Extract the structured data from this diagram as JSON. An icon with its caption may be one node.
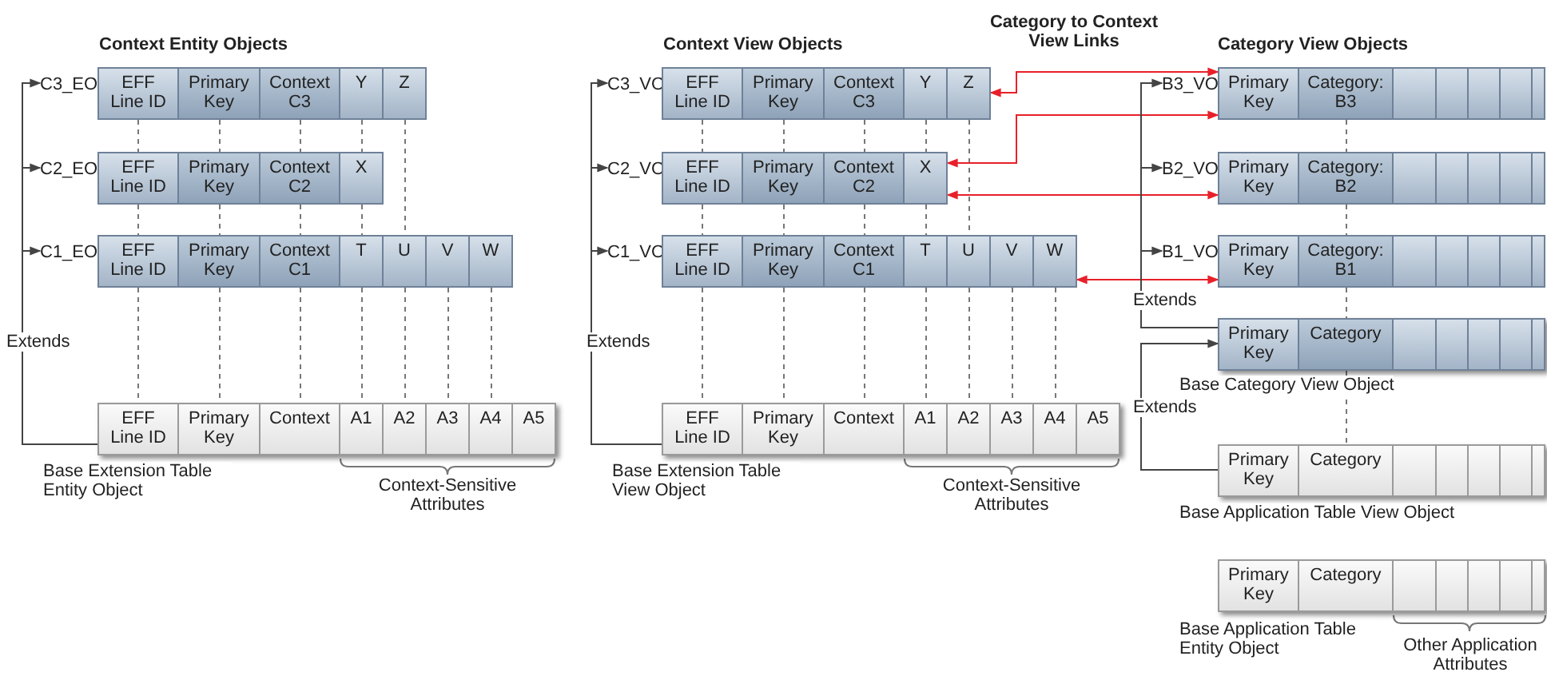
{
  "diagram": {
    "nodes": [
      {
        "text": [
          "C3_EO"
        ]
      },
      {
        "text": [
          "EFF Line ID"
        ],
        "in": 0
      },
      {
        "text": [
          "Primary Key"
        ],
        "in": 0
      },
      {
        "text": [
          "Context C3"
        ],
        "in": 0
      },
      {
        "text": [
          "Y"
        ],
        "in": 0
      },
      {
        "text": [
          "Z"
        ],
        "in": 0
      },
      {
        "text": [
          "C2_EO"
        ]
      },
      {
        "text": [
          "EFF Line ID"
        ],
        "in": 6
      },
      {
        "text": [
          "Primary Key"
        ],
        "in": 6
      },
      {
        "text": [
          "Context C2"
        ],
        "in": 6
      },
      {
        "text": [
          "X"
        ],
        "in": 6
      },
      {
        "text": [
          "C1_EO"
        ]
      },
      {
        "text": [
          "EFF Line ID"
        ],
        "in": 11
      },
      {
        "text": [
          "Primary Key"
        ],
        "in": 11
      },
      {
        "text": [
          "Context C1"
        ],
        "in": 11
      },
      {
        "text": [
          "T"
        ],
        "in": 11
      },
      {
        "text": [
          "U"
        ],
        "in": 11
      },
      {
        "text": [
          "V"
        ],
        "in": 11
      },
      {
        "text": [
          "W"
        ],
        "in": 11
      },
      {
        "text": [],
        "shape": "bar",
        "beside": [
          "Base Extension Table Entity Object"
        ]
      },
      {
        "text": [
          "EFF Line ID"
        ],
        "in": 19
      },
      {
        "text": [
          "Primary Key"
        ],
        "in": 19
      },
      {
        "text": [
          "Context"
        ],
        "in": 19
      },
      {
        "text": [
          "A1"
        ],
        "in": 19
      },
      {
        "text": [
          "A2"
        ],
        "in": 19
      },
      {
        "text": [
          "A3"
        ],
        "in": 19
      },
      {
        "text": [
          "A4"
        ],
        "in": 19
      },
      {
        "text": [
          "A5"
        ],
        "in": 19
      },
      {
        "text": [
          "C3_VO"
        ]
      },
      {
        "text": [
          "EFF Line ID"
        ],
        "in": 28
      },
      {
        "text": [
          "Primary Key"
        ],
        "in": 28
      },
      {
        "text": [
          "Context C3"
        ],
        "in": 28
      },
      {
        "text": [
          "Y"
        ],
        "in": 28
      },
      {
        "text": [
          "Z"
        ],
        "in": 28
      },
      {
        "text": [
          "C2_VO"
        ]
      },
      {
        "text": [
          "EFF Line ID"
        ],
        "in": 34
      },
      {
        "text": [
          "Primary Key"
        ],
        "in": 34
      },
      {
        "text": [
          "Context C2"
        ],
        "in": 34
      },
      {
        "text": [
          "X"
        ],
        "in": 34
      },
      {
        "text": [
          "C1_VO"
        ]
      },
      {
        "text": [
          "EFF Line ID"
        ],
        "in": 39
      },
      {
        "text": [
          "Primary Key"
        ],
        "in": 39
      },
      {
        "text": [
          "Context C1"
        ],
        "in": 39
      },
      {
        "text": [
          "T"
        ],
        "in": 39
      },
      {
        "text": [
          "U"
        ],
        "in": 39
      },
      {
        "text": [
          "V"
        ],
        "in": 39
      },
      {
        "text": [
          "W"
        ],
        "in": 39
      },
      {
        "text": [],
        "shape": "bar",
        "beside": [
          "Base Extension Table View Object"
        ]
      },
      {
        "text": [
          "EFF Line ID"
        ],
        "in": 47
      },
      {
        "text": [
          "Primary Key"
        ],
        "in": 47
      },
      {
        "text": [
          "Context"
        ],
        "in": 47
      },
      {
        "text": [
          "A1"
        ],
        "in": 47
      },
      {
        "text": [
          "A2"
        ],
        "in": 47
      },
      {
        "text": [
          "A3"
        ],
        "in": 47
      },
      {
        "text": [
          "A4"
        ],
        "in": 47
      },
      {
        "text": [
          "A5"
        ],
        "in": 47
      },
      {
        "text": [
          "B3_VO"
        ]
      },
      {
        "text": [
          "Primary Key"
        ],
        "in": 56
      },
      {
        "text": [
          "Category: B3"
        ],
        "in": 56
      },
      {
        "text": [],
        "shape": "box",
        "in": 56
      },
      {
        "text": [],
        "shape": "box",
        "in": 56
      },
      {
        "text": [],
        "shape": "box",
        "in": 56
      },
      {
        "text": [],
        "shape": "box",
        "in": 56
      },
      {
        "text": [],
        "shape": "box",
        "in": 56
      },
      {
        "text": [
          "B2_VO"
        ]
      },
      {
        "text": [
          "Primary Key"
        ],
        "in": 64
      },
      {
        "text": [
          "Category: B2"
        ],
        "in": 64
      },
      {
        "text": [],
        "shape": "box",
        "in": 64
      },
      {
        "text": [],
        "shape": "box",
        "in": 64
      },
      {
        "text": [],
        "shape": "box",
        "in": 64
      },
      {
        "text": [],
        "shape": "box",
        "in": 64
      },
      {
        "text": [],
        "shape": "box",
        "in": 64
      },
      {
        "text": [
          "B1_VO"
        ]
      },
      {
        "text": [
          "Primary Key"
        ],
        "in": 72
      },
      {
        "text": [
          "Category: B1"
        ],
        "in": 72
      },
      {
        "text": [],
        "shape": "box",
        "in": 72
      },
      {
        "text": [],
        "shape": "box",
        "in": 72
      },
      {
        "text": [],
        "shape": "box",
        "in": 72
      },
      {
        "text": [],
        "shape": "box",
        "in": 72
      },
      {
        "text": [],
        "shape": "box",
        "in": 72
      },
      {
        "text": [],
        "shape": "bar",
        "beside": [
          "Base Category View Object"
        ]
      },
      {
        "text": [
          "Primary Key"
        ],
        "in": 80
      },
      {
        "text": [
          "Category"
        ],
        "in": 80
      },
      {
        "text": [],
        "shape": "box",
        "in": 80
      },
      {
        "text": [],
        "shape": "box",
        "in": 80
      },
      {
        "text": [],
        "shape": "box",
        "in": 80
      },
      {
        "text": [],
        "shape": "box",
        "in": 80
      },
      {
        "text": [],
        "shape": "box",
        "in": 80
      },
      {
        "text": [],
        "shape": "bar",
        "beside": [
          "Base Application Table View Object"
        ]
      },
      {
        "text": [
          "Primary Key"
        ],
        "in": 88
      },
      {
        "text": [
          "Category"
        ],
        "in": 88
      },
      {
        "text": [],
        "shape": "box",
        "in": 88
      },
      {
        "text": [],
        "shape": "box",
        "in": 88
      },
      {
        "text": [],
        "shape": "box",
        "in": 88
      },
      {
        "text": [],
        "shape": "box",
        "in": 88
      },
      {
        "text": [],
        "shape": "box",
        "in": 88
      },
      {
        "text": [],
        "shape": "bar",
        "beside": [
          "Base Application Table Entity Object"
        ]
      },
      {
        "text": [
          "Primary Key"
        ],
        "in": 96
      },
      {
        "text": [
          "Category"
        ],
        "in": 96
      },
      {
        "text": [],
        "shape": "box",
        "in": 96
      },
      {
        "text": [],
        "shape": "box",
        "in": 96
      },
      {
        "text": [],
        "shape": "box",
        "in": 96
      },
      {
        "text": [],
        "shape": "box",
        "in": 96
      },
      {
        "text": [],
        "shape": "box",
        "in": 96
      }
    ],
    "edges": [
      {
        "from": 19,
        "to": 0,
        "arrow": "to"
      },
      {
        "from": 19,
        "to": 6,
        "arrow": "to"
      },
      {
        "from": 19,
        "to": 11,
        "arrow": "to",
        "label": "Extends"
      },
      {
        "from": 1,
        "to": 7,
        "arrow": "none",
        "style": "dashed"
      },
      {
        "from": 7,
        "to": 12,
        "arrow": "none",
        "style": "dashed"
      },
      {
        "from": 12,
        "to": 20,
        "arrow": "none",
        "style": "dashed"
      },
      {
        "from": 2,
        "to": 8,
        "arrow": "none",
        "style": "dashed"
      },
      {
        "from": 8,
        "to": 13,
        "arrow": "none",
        "style": "dashed"
      },
      {
        "from": 13,
        "to": 21,
        "arrow": "none",
        "style": "dashed"
      },
      {
        "from": 3,
        "to": 9,
        "arrow": "none",
        "style": "dashed"
      },
      {
        "from": 9,
        "to": 14,
        "arrow": "none",
        "style": "dashed"
      },
      {
        "from": 14,
        "to": 22,
        "arrow": "none",
        "style": "dashed"
      },
      {
        "from": 4,
        "to": 10,
        "arrow": "none",
        "style": "dashed"
      },
      {
        "from": 10,
        "to": 15,
        "arrow": "none",
        "style": "dashed"
      },
      {
        "from": 15,
        "to": 23,
        "arrow": "none",
        "style": "dashed"
      },
      {
        "from": 5,
        "to": 16,
        "arrow": "none",
        "style": "dashed"
      },
      {
        "from": 16,
        "to": 24,
        "arrow": "none",
        "style": "dashed"
      },
      {
        "from": 17,
        "to": 25,
        "arrow": "none",
        "style": "dashed"
      },
      {
        "from": 18,
        "to": 26,
        "arrow": "none",
        "style": "dashed"
      },
      {
        "from": 47,
        "to": 28,
        "arrow": "to"
      },
      {
        "from": 47,
        "to": 34,
        "arrow": "to"
      },
      {
        "from": 47,
        "to": 39,
        "arrow": "to",
        "label": "Extends"
      },
      {
        "from": 29,
        "to": 35,
        "arrow": "none",
        "style": "dashed"
      },
      {
        "from": 35,
        "to": 40,
        "arrow": "none",
        "style": "dashed"
      },
      {
        "from": 40,
        "to": 48,
        "arrow": "none",
        "style": "dashed"
      },
      {
        "from": 30,
        "to": 36,
        "arrow": "none",
        "style": "dashed"
      },
      {
        "from": 36,
        "to": 41,
        "arrow": "none",
        "style": "dashed"
      },
      {
        "from": 41,
        "to": 49,
        "arrow": "none",
        "style": "dashed"
      },
      {
        "from": 31,
        "to": 37,
        "arrow": "none",
        "style": "dashed"
      },
      {
        "from": 37,
        "to": 42,
        "arrow": "none",
        "style": "dashed"
      },
      {
        "from": 42,
        "to": 50,
        "arrow": "none",
        "style": "dashed"
      },
      {
        "from": 32,
        "to": 38,
        "arrow": "none",
        "style": "dashed"
      },
      {
        "from": 38,
        "to": 43,
        "arrow": "none",
        "style": "dashed"
      },
      {
        "from": 43,
        "to": 51,
        "arrow": "none",
        "style": "dashed"
      },
      {
        "from": 33,
        "to": 44,
        "arrow": "none",
        "style": "dashed"
      },
      {
        "from": 44,
        "to": 52,
        "arrow": "none",
        "style": "dashed"
      },
      {
        "from": 45,
        "to": 53,
        "arrow": "none",
        "style": "dashed"
      },
      {
        "from": 46,
        "to": 54,
        "arrow": "none",
        "style": "dashed"
      },
      {
        "from": 33,
        "to": 57,
        "arrow": "both",
        "color": "#e8202a"
      },
      {
        "from": 38,
        "to": 57,
        "arrow": "both",
        "color": "#e8202a"
      },
      {
        "from": 38,
        "to": 65,
        "arrow": "both",
        "color": "#e8202a"
      },
      {
        "from": 46,
        "to": 73,
        "arrow": "both",
        "color": "#e8202a"
      },
      {
        "from": 80,
        "to": 56,
        "arrow": "to"
      },
      {
        "from": 80,
        "to": 64,
        "arrow": "to"
      },
      {
        "from": 80,
        "to": 72,
        "arrow": "to",
        "label": "Extends"
      },
      {
        "from": 88,
        "to": 80,
        "arrow": "to",
        "label": "Extends"
      },
      {
        "from": 58,
        "to": 66,
        "arrow": "none",
        "style": "dashed"
      },
      {
        "from": 66,
        "to": 74,
        "arrow": "none",
        "style": "dashed"
      },
      {
        "from": 74,
        "to": 82,
        "arrow": "none",
        "style": "dashed"
      },
      {
        "from": 82,
        "to": 90,
        "arrow": "none",
        "style": "dashed"
      }
    ],
    "labels": [
      "Category to Context View Links",
      "Context Entity Objects",
      "Context View Objects",
      "Category View Objects",
      "Context-Sensitive Attributes",
      "Context-Sensitive Attributes",
      "Other Application Attributes"
    ]
  }
}
